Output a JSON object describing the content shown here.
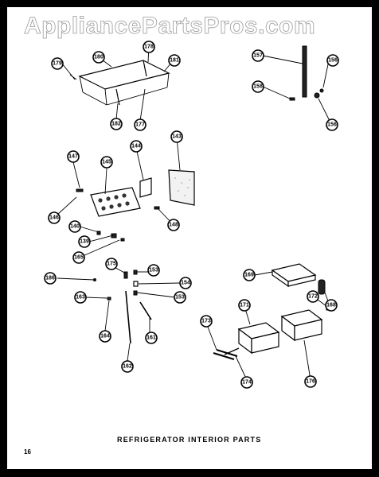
{
  "header": {
    "watermark": "AppliancePartsPros.com"
  },
  "caption": "REFRIGERATOR INTERIOR PARTS",
  "page_number": "16",
  "callouts": [
    {
      "id": "c178",
      "label": "178"
    },
    {
      "id": "c180a",
      "label": "180"
    },
    {
      "id": "c179",
      "label": "179"
    },
    {
      "id": "c181",
      "label": "181"
    },
    {
      "id": "c182",
      "label": "182"
    },
    {
      "id": "c177",
      "label": "177"
    },
    {
      "id": "c157",
      "label": "157"
    },
    {
      "id": "c156a",
      "label": "156"
    },
    {
      "id": "c158",
      "label": "158"
    },
    {
      "id": "c156b",
      "label": "156"
    },
    {
      "id": "c147",
      "label": "147"
    },
    {
      "id": "c145",
      "label": "145"
    },
    {
      "id": "c144",
      "label": "144"
    },
    {
      "id": "c143",
      "label": "143"
    },
    {
      "id": "c146",
      "label": "146"
    },
    {
      "id": "c148",
      "label": "148"
    },
    {
      "id": "c140",
      "label": "140"
    },
    {
      "id": "c139",
      "label": "139"
    },
    {
      "id": "c165",
      "label": "165"
    },
    {
      "id": "c175",
      "label": "175"
    },
    {
      "id": "c153a",
      "label": "153"
    },
    {
      "id": "c186",
      "label": "186"
    },
    {
      "id": "c154",
      "label": "154"
    },
    {
      "id": "c153b",
      "label": "153"
    },
    {
      "id": "c163",
      "label": "163"
    },
    {
      "id": "c164",
      "label": "164"
    },
    {
      "id": "c161",
      "label": "161"
    },
    {
      "id": "c162",
      "label": "162"
    },
    {
      "id": "c169",
      "label": "169"
    },
    {
      "id": "c168",
      "label": "168"
    },
    {
      "id": "c171",
      "label": "171"
    },
    {
      "id": "c172",
      "label": "172"
    },
    {
      "id": "c173",
      "label": "173"
    },
    {
      "id": "c174",
      "label": "174"
    },
    {
      "id": "c176",
      "label": "176"
    }
  ]
}
